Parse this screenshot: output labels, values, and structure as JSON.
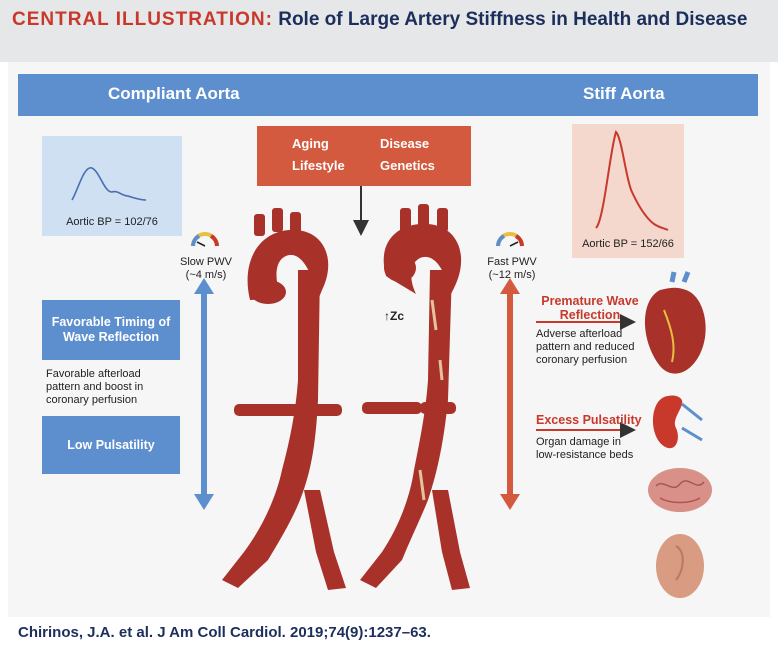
{
  "header": {
    "lead": "CENTRAL ILLUSTRATION:",
    "title": "Role of Large Artery Stiffness in Health and Disease"
  },
  "banner": {
    "left": "Compliant Aorta",
    "right": "Stiff Aorta"
  },
  "left": {
    "bp_label": "Aortic BP = 102/76",
    "pwv_line1": "Slow PWV",
    "pwv_line2": "(~4 m/s)",
    "box1_line1": "Favorable Timing of",
    "box1_line2": "Wave Reflection",
    "text1_line1": "Favorable afterload",
    "text1_line2": "pattern and boost in",
    "text1_line3": "coronary perfusion",
    "box2": "Low Pulsatility"
  },
  "center": {
    "factors": [
      "Aging",
      "Disease",
      "Lifestyle",
      "Genetics"
    ],
    "zc": "Zc"
  },
  "right": {
    "bp_label": "Aortic BP = 152/66",
    "pwv_line1": "Fast PWV",
    "pwv_line2": "(~12 m/s)",
    "title1_line1": "Premature Wave",
    "title1_line2": "Reflection",
    "text1_line1": "Adverse afterload",
    "text1_line2": "pattern and reduced",
    "text1_line3": "coronary perfusion",
    "title2": "Excess Pulsatility",
    "text2_line1": "Organ damage in",
    "text2_line2": "low-resistance beds"
  },
  "footer": "Chirinos, J.A. et al. J Am Coll Cardiol. 2019;74(9):1237–63.",
  "colors": {
    "navy": "#1c2f5c",
    "red": "#c8392b",
    "blue": "#5d8fcf",
    "aorta": "#a8322a",
    "risk_box": "#d35a3f"
  },
  "icons": [
    "heart-icon",
    "kidney-icon",
    "brain-icon",
    "placenta-icon",
    "gauge-icon"
  ]
}
